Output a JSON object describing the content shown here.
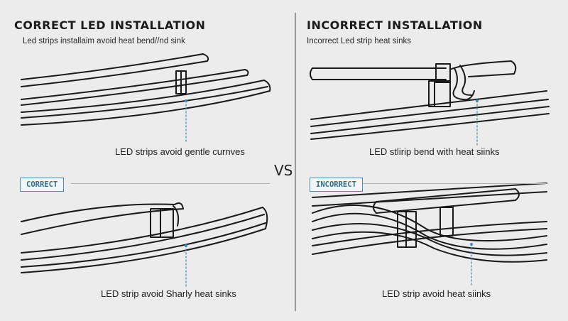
{
  "left": {
    "title": "CORRECT LED INSTALLATION",
    "subtitle": "Led strips installaim avoid heat bend//nd sink",
    "caption_top": "LED strips avoid gentle curnves",
    "badge": "CORRECT",
    "caption_bottom": "LED strip avoid Sharly heat sinks"
  },
  "right": {
    "title": "INCORRECT INSTALLATION",
    "subtitle": "Incorrect Led strip heat sinks",
    "caption_top": "LED stlirip bend with heat siinks",
    "badge": "INCORRECT",
    "caption_bottom": "LED strip avoid heat siinks"
  },
  "center": {
    "vs": "VS"
  },
  "colors": {
    "background": "#ececec",
    "line": "#1a1a1a",
    "accent": "#4a8fb0",
    "dashed_leader": "#3d8bb0"
  }
}
